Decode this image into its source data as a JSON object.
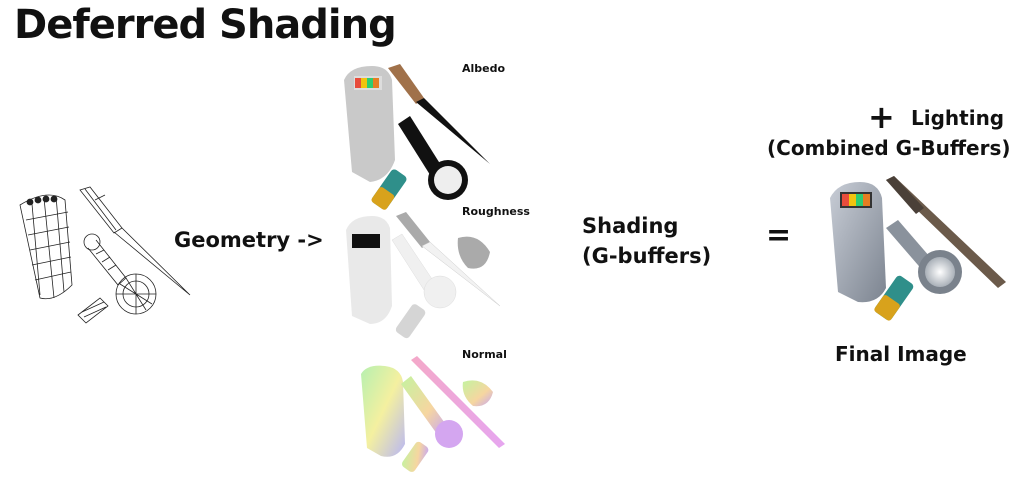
{
  "title": "Deferred Shading",
  "geometry_label": "Geometry ->",
  "gbuffer_labels": {
    "albedo": "Albedo",
    "roughness": "Roughness",
    "normal": "Normal"
  },
  "shading_label": {
    "line1": "Shading",
    "line2": "(G-buffers)"
  },
  "equals": "=",
  "lighting": {
    "plus": "+",
    "line1": "Lighting",
    "line2": "(Combined G-Buffers)"
  },
  "final_label": "Final Image",
  "colors": {
    "text": "#111111",
    "background": "#ffffff",
    "knife_handle": "#a0714a",
    "battery_gold": "#d8a21c",
    "battery_teal": "#2f8f8a"
  }
}
